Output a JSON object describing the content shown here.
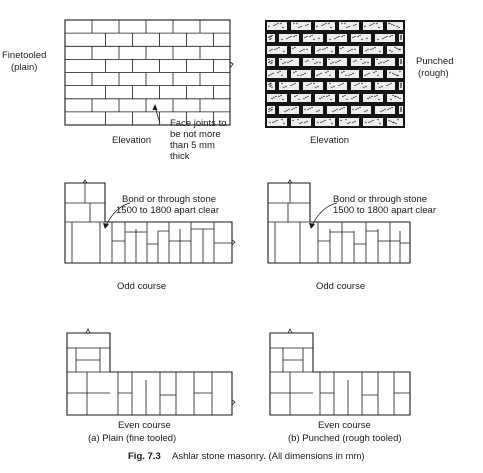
{
  "top": {
    "finetooled_l1": "Finetooled",
    "finetooled_l2": "(plain)",
    "punched_l1": "Punched",
    "punched_l2": "(rough)",
    "elevation_left": "Elevation",
    "elevation_right": "Elevation",
    "face_note": [
      "Face joints to",
      "be not more",
      "than 5 mm",
      "thick"
    ]
  },
  "middle": {
    "bond_left": [
      "Bond or through stone",
      "1500 to 1800 apart clear"
    ],
    "bond_right": [
      "Bond or through stone",
      "1500 to 1800 apart clear"
    ],
    "odd_left": "Odd course",
    "odd_right": "Odd course"
  },
  "bottom": {
    "even_left": "Even course",
    "even_right": "Even course",
    "sub_left": "(a) Plain (fine tooled)",
    "sub_right": "(b) Punched (rough tooled)"
  },
  "caption": {
    "fig_no": "Fig. 7.3",
    "text": "Ashlar stone masonry. (All dimensions in mm)"
  }
}
